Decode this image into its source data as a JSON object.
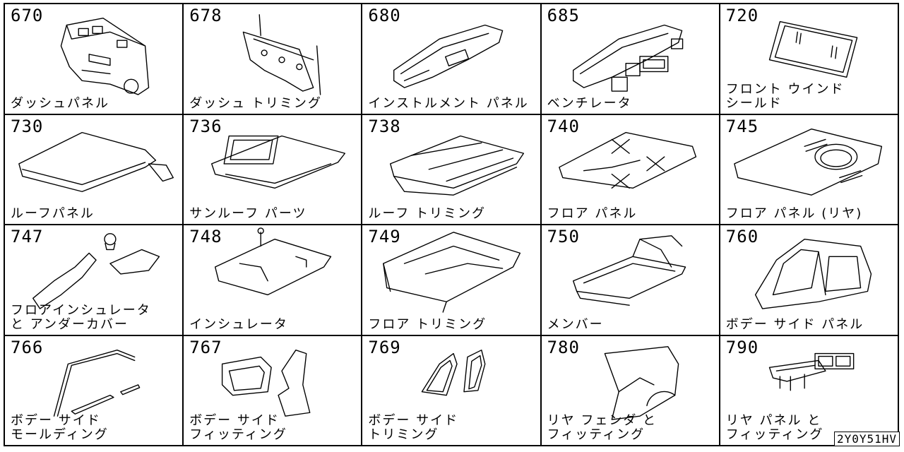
{
  "title": "",
  "cells": [
    {
      "code": "670",
      "label": [
        "ダッシュパネル"
      ],
      "icon": "dash-panel-icon"
    },
    {
      "code": "678",
      "label": [
        "ダッシュ トリミング"
      ],
      "icon": "dash-trim-icon"
    },
    {
      "code": "680",
      "label": [
        "インストルメント パネル"
      ],
      "icon": "instrument-panel-icon"
    },
    {
      "code": "685",
      "label": [
        "ベンチレータ"
      ],
      "icon": "ventilator-icon"
    },
    {
      "code": "720",
      "label": [
        "フロント ウインド",
        "シールド"
      ],
      "icon": "windshield-icon"
    },
    {
      "code": "730",
      "label": [
        "ルーフパネル"
      ],
      "icon": "roof-panel-icon"
    },
    {
      "code": "736",
      "label": [
        "サンルーフ パーツ"
      ],
      "icon": "sunroof-parts-icon"
    },
    {
      "code": "738",
      "label": [
        "ルーフ トリミング"
      ],
      "icon": "roof-trim-icon"
    },
    {
      "code": "740",
      "label": [
        "フロア パネル"
      ],
      "icon": "floor-panel-icon"
    },
    {
      "code": "745",
      "label": [
        "フロア パネル (リヤ)"
      ],
      "icon": "rear-floor-panel-icon"
    },
    {
      "code": "747",
      "label": [
        "フロアインシュレータ",
        "と アンダーカバー"
      ],
      "icon": "floor-insulator-icon"
    },
    {
      "code": "748",
      "label": [
        "インシュレータ"
      ],
      "icon": "insulator-icon"
    },
    {
      "code": "749",
      "label": [
        "フロア トリミング"
      ],
      "icon": "floor-trim-icon"
    },
    {
      "code": "750",
      "label": [
        "メンバー"
      ],
      "icon": "member-frame-icon"
    },
    {
      "code": "760",
      "label": [
        "ボデー サイド パネル"
      ],
      "icon": "body-side-panel-icon"
    },
    {
      "code": "766",
      "label": [
        "ボデー サイド",
        "モールディング"
      ],
      "icon": "side-molding-icon"
    },
    {
      "code": "767",
      "label": [
        "ボデー サイド",
        "フィッティング"
      ],
      "icon": "side-fitting-icon"
    },
    {
      "code": "769",
      "label": [
        "ボデー サイド",
        "トリミング"
      ],
      "icon": "side-trim-icon"
    },
    {
      "code": "780",
      "label": [
        "リヤ フェンダ と",
        "フィッティング"
      ],
      "icon": "rear-fender-icon"
    },
    {
      "code": "790",
      "label": [
        "リヤ パネル と",
        "フィッティング"
      ],
      "icon": "rear-panel-icon"
    }
  ],
  "reference": "2Y0Y51HV"
}
